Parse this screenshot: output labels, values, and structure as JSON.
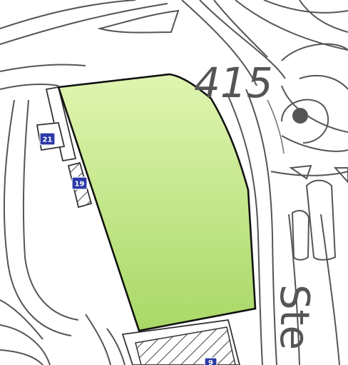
{
  "map": {
    "route_number": "415",
    "street_name_fragment": "Ste",
    "house_numbers": [
      "21",
      "19",
      "9"
    ],
    "colors": {
      "parcel_fill_top": "#dff5b0",
      "parcel_fill_bottom": "#a9d867",
      "parcel_outline": "#111111",
      "house_number_marker": "#2b3aa8",
      "road_lines": "#555555",
      "background": "#ffffff"
    },
    "icons": [
      "house-number-marker-icon",
      "parking-dot-icon"
    ]
  }
}
